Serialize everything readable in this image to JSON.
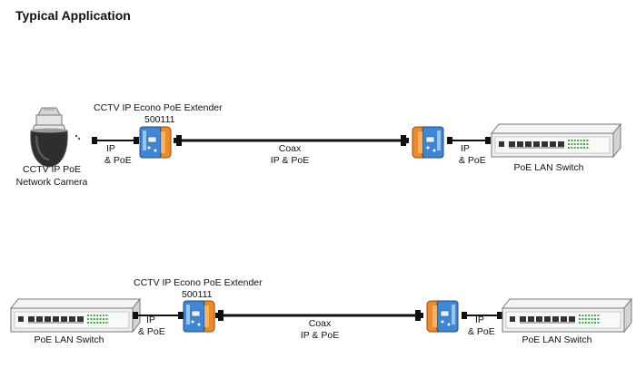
{
  "title": "Typical Application",
  "scenario1": {
    "camera_label_line1": "CCTV IP PoE",
    "camera_label_line2": "Network Camera",
    "extender_label": "CCTV IP Econo PoE Extender",
    "extender_part": "500111",
    "ip_left_line1": "IP",
    "ip_left_line2": "& PoE",
    "coax_line1": "Coax",
    "coax_line2": "IP & PoE",
    "ip_right_line1": "IP",
    "ip_right_line2": "& PoE",
    "switch_label": "PoE LAN Switch"
  },
  "scenario2": {
    "switch_left_label": "PoE LAN Switch",
    "extender_label": "CCTV IP Econo PoE Extender",
    "extender_part": "500111",
    "ip_left_line1": "IP",
    "ip_left_line2": "& PoE",
    "coax_line1": "Coax",
    "coax_line2": "IP & PoE",
    "ip_right_line1": "IP",
    "ip_right_line2": "& PoE",
    "switch_right_label": "PoE LAN Switch"
  },
  "colors": {
    "extender_blue": "#3f86d4",
    "extender_orange": "#f08a24",
    "cable": "#111111",
    "port_green": "#44aa44"
  }
}
